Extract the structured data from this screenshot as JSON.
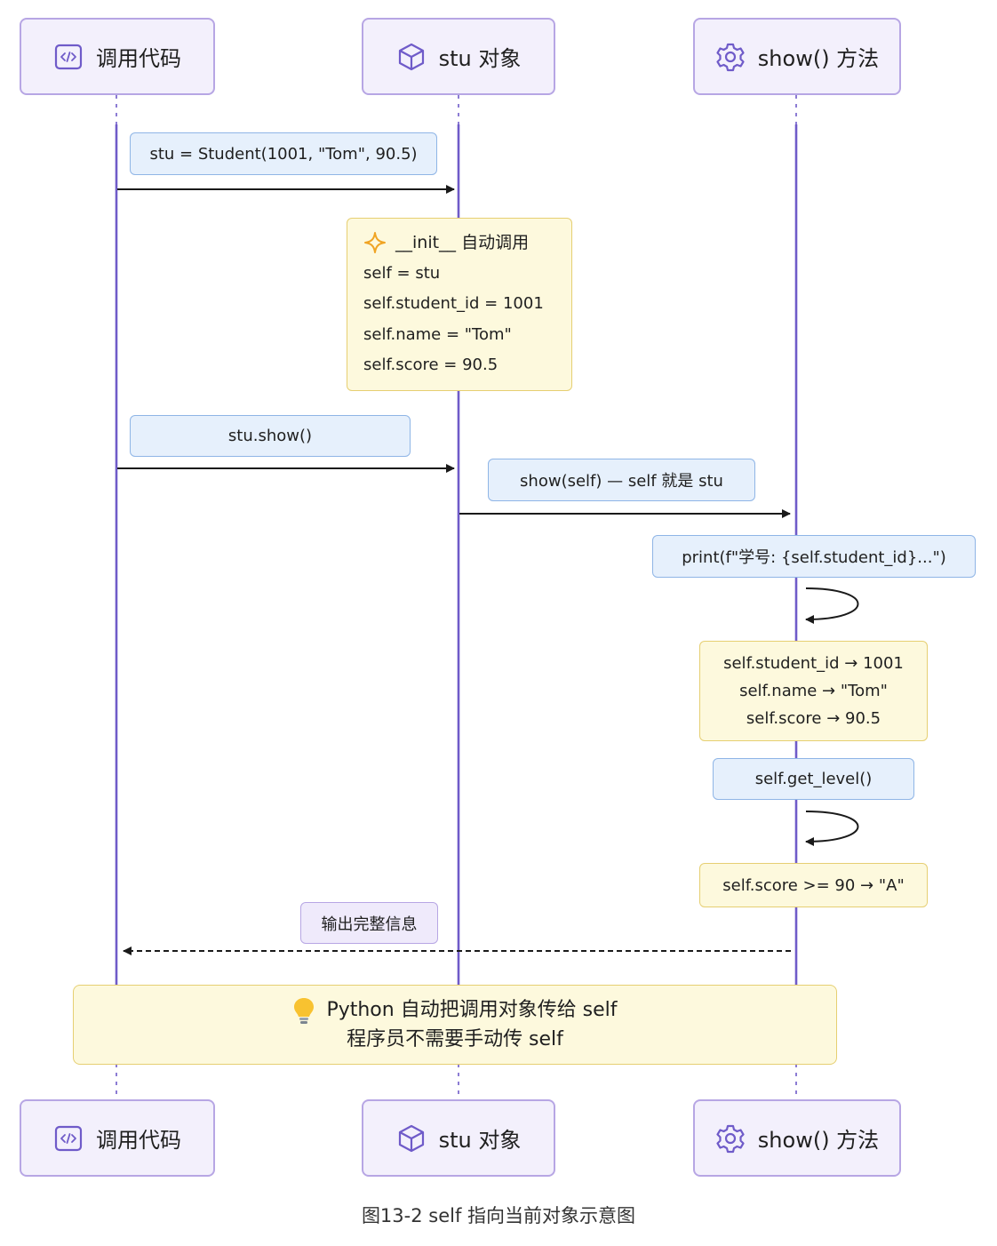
{
  "participants": {
    "caller": {
      "label": "调用代码",
      "icon": "code-icon"
    },
    "stu": {
      "label": "stu 对象",
      "icon": "cube-icon"
    },
    "show": {
      "label": "show() 方法",
      "icon": "gear-icon"
    }
  },
  "messages": {
    "create": "stu = Student(1001, \"Tom\", 90.5)",
    "call_show": "stu.show()",
    "show_self": "show(self) — self 就是 stu",
    "print_call": "print(f\"学号: {self.student_id}...\")",
    "get_level": "self.get_level()",
    "output": "输出完整信息"
  },
  "notes": {
    "init": {
      "title": "__init__ 自动调用",
      "lines": [
        "self = stu",
        "self.student_id = 1001",
        "self.name = \"Tom\"",
        "self.score = 90.5"
      ]
    },
    "values": {
      "lines": [
        "self.student_id → 1001",
        "self.name → \"Tom\"",
        "self.score → 90.5"
      ]
    },
    "level": "self.score >= 90 → \"A\"",
    "summary": {
      "line1": "Python 自动把调用对象传给 self",
      "line2": "程序员不需要手动传 self"
    }
  },
  "caption": "图13-2  self 指向当前对象示意图",
  "colors": {
    "lifeline": "#6f5bc9",
    "actor_border": "#b7a6e4",
    "actor_fill": "#f3f0fc",
    "message_fill": "#e6f0fc",
    "message_border": "#8fb5e6",
    "note_fill": "#fdf9dd",
    "note_border": "#e6cf72",
    "arrow": "#1a1a1a"
  }
}
